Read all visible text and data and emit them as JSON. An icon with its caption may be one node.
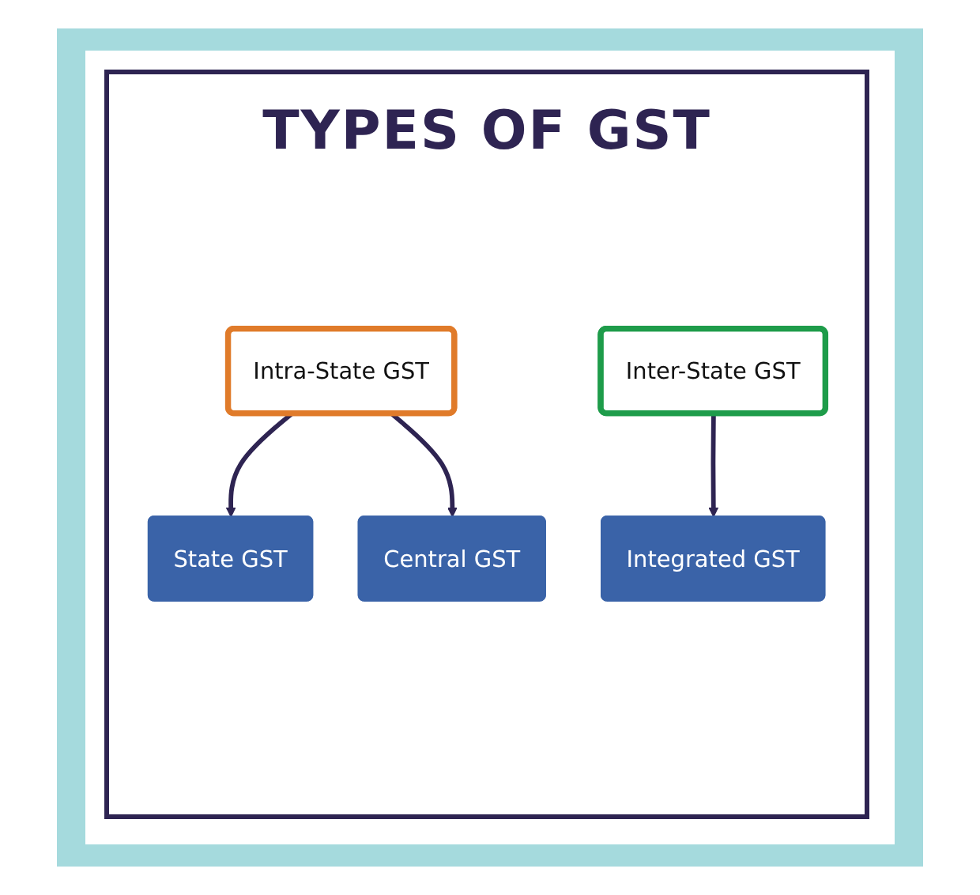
{
  "diagram": {
    "title": "TYPES OF GST",
    "nodes": [
      {
        "text": [
          "Intra-State GST"
        ]
      },
      {
        "text": [
          "Inter-State GST"
        ]
      },
      {
        "text": [
          "State GST"
        ]
      },
      {
        "text": [
          "Central GST"
        ]
      },
      {
        "text": [
          "Integrated GST"
        ]
      }
    ],
    "edges": [
      {
        "from": 0,
        "to": 2,
        "arrow": "to"
      },
      {
        "from": 0,
        "to": 3,
        "arrow": "to"
      },
      {
        "from": 1,
        "to": 4,
        "arrow": "to"
      }
    ]
  }
}
